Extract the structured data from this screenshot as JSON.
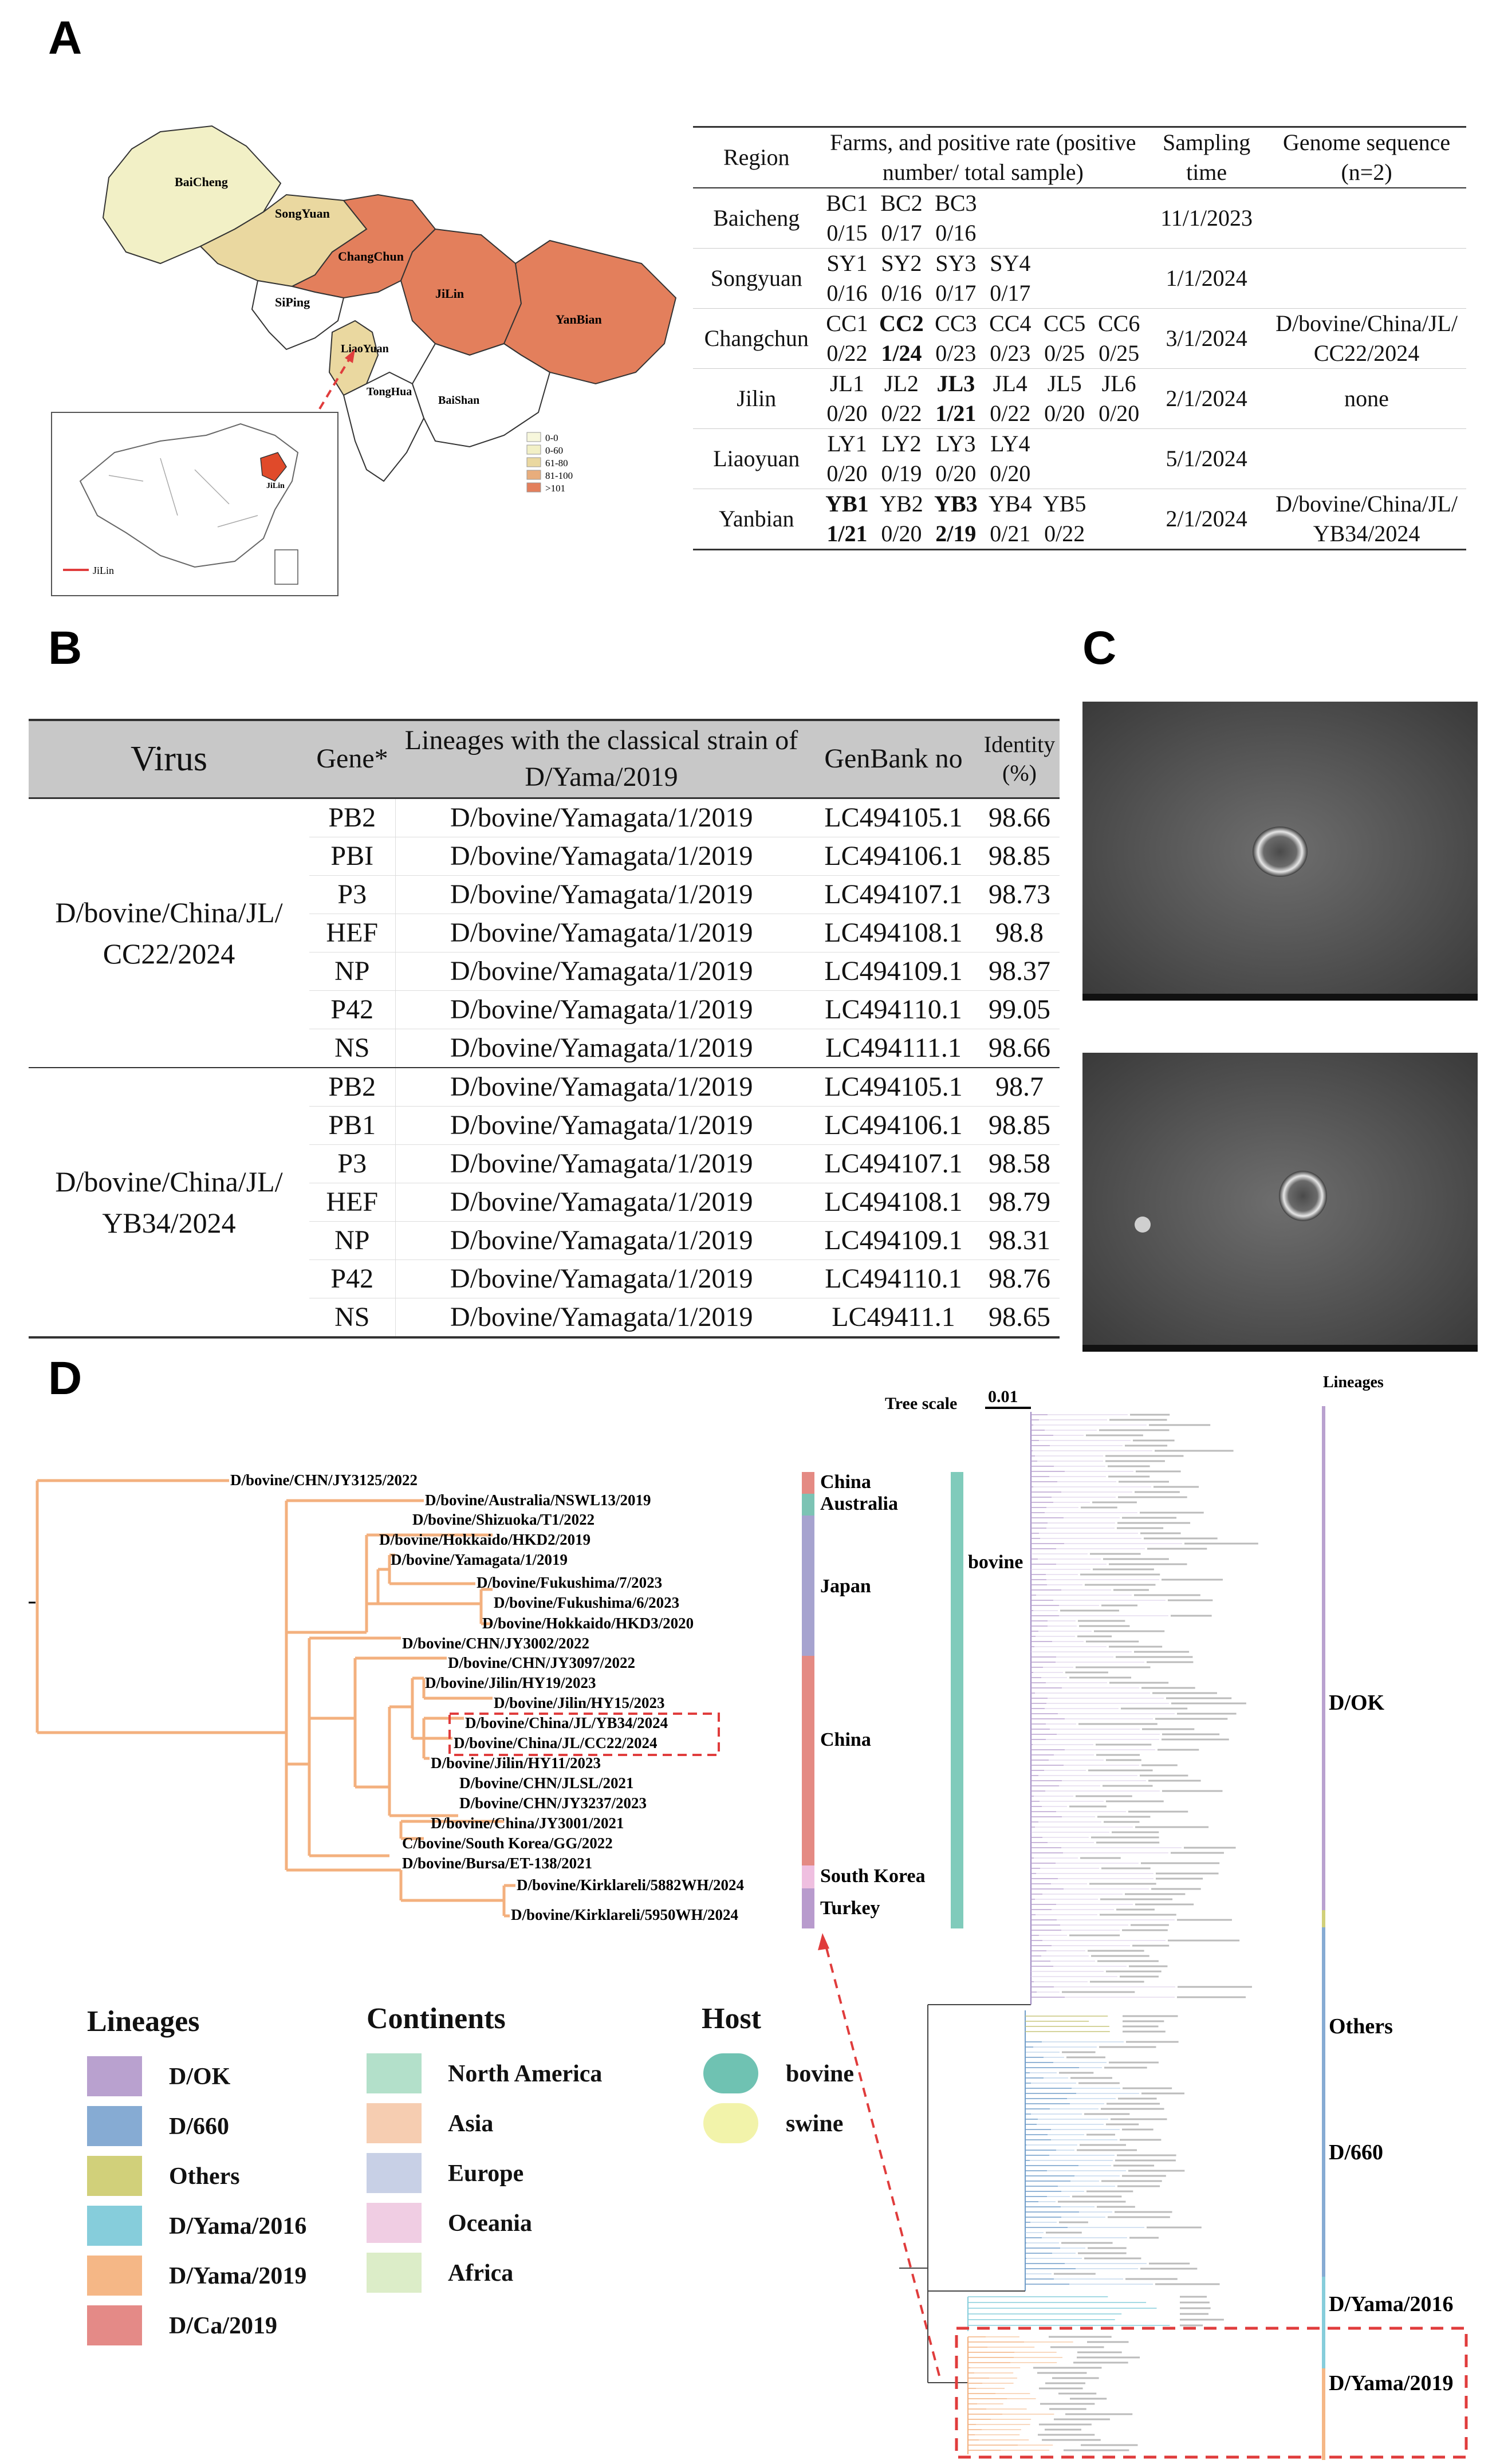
{
  "panel_labels": {
    "a": "A",
    "b": "B",
    "c": "C",
    "d": "D"
  },
  "map": {
    "regions": [
      {
        "name": "BaiCheng",
        "color": "#f2f0c6"
      },
      {
        "name": "SongYuan",
        "color": "#ead8a0"
      },
      {
        "name": "ChangChun",
        "color": "#e37f5c"
      },
      {
        "name": "JiLin",
        "color": "#e37f5c"
      },
      {
        "name": "YanBian",
        "color": "#e37f5c"
      },
      {
        "name": "SiPing",
        "color": "#ffffff"
      },
      {
        "name": "LiaoYuan",
        "color": "#ead8a0"
      },
      {
        "name": "TongHua",
        "color": "#ffffff"
      },
      {
        "name": "BaiShan",
        "color": "#ffffff"
      }
    ],
    "scale": [
      {
        "label": "0-0",
        "color": "#f7f7dc"
      },
      {
        "label": "0-60",
        "color": "#f2f0c6"
      },
      {
        "label": "61-80",
        "color": "#ead8a0"
      },
      {
        "label": "81-100",
        "color": "#e8ad7c"
      },
      {
        "label": ">101",
        "color": "#e37f5c"
      }
    ],
    "inset_label": "JiLin",
    "inset_legend": "JiLin"
  },
  "table_a": {
    "headers": {
      "region": "Region",
      "farms": "Farms, and positive rate (positive number/ total sample)",
      "sampling": "Sampling time",
      "genome": "Genome sequence (n=2)"
    },
    "rows": [
      {
        "region": "Baicheng",
        "farms": [
          {
            "f": "BC1",
            "r": "0/15"
          },
          {
            "f": "BC2",
            "r": "0/17"
          },
          {
            "f": "BC3",
            "r": "0/16"
          }
        ],
        "time": "11/1/2023",
        "genome": ""
      },
      {
        "region": "Songyuan",
        "farms": [
          {
            "f": "SY1",
            "r": "0/16"
          },
          {
            "f": "SY2",
            "r": "0/16"
          },
          {
            "f": "SY3",
            "r": "0/17"
          },
          {
            "f": "SY4",
            "r": "0/17"
          }
        ],
        "time": "1/1/2024",
        "genome": ""
      },
      {
        "region": "Changchun",
        "farms": [
          {
            "f": "CC1",
            "r": "0/22"
          },
          {
            "f": "CC2",
            "r": "1/24",
            "bold": true
          },
          {
            "f": "CC3",
            "r": "0/23"
          },
          {
            "f": "CC4",
            "r": "0/23"
          },
          {
            "f": "CC5",
            "r": "0/25"
          },
          {
            "f": "CC6",
            "r": "0/25"
          }
        ],
        "time": "3/1/2024",
        "genome": "D/bovine/China/JL/ CC22/2024"
      },
      {
        "region": "Jilin",
        "farms": [
          {
            "f": "JL1",
            "r": "0/20"
          },
          {
            "f": "JL2",
            "r": "0/22"
          },
          {
            "f": "JL3",
            "r": "1/21",
            "bold": true
          },
          {
            "f": "JL4",
            "r": "0/22"
          },
          {
            "f": "JL5",
            "r": "0/20"
          },
          {
            "f": "JL6",
            "r": "0/20"
          }
        ],
        "time": "2/1/2024",
        "genome": "none"
      },
      {
        "region": "Liaoyuan",
        "farms": [
          {
            "f": "LY1",
            "r": "0/20"
          },
          {
            "f": "LY2",
            "r": "0/19"
          },
          {
            "f": "LY3",
            "r": "0/20"
          },
          {
            "f": "LY4",
            "r": "0/20"
          }
        ],
        "time": "5/1/2024",
        "genome": ""
      },
      {
        "region": "Yanbian",
        "farms": [
          {
            "f": "YB1",
            "r": "1/21",
            "bold": true
          },
          {
            "f": "YB2",
            "r": "0/20"
          },
          {
            "f": "YB3",
            "r": "2/19",
            "bold": true
          },
          {
            "f": "YB4",
            "r": "0/21"
          },
          {
            "f": "YB5",
            "r": "0/22"
          }
        ],
        "time": "2/1/2024",
        "genome": "D/bovine/China/JL/ YB34/2024"
      }
    ]
  },
  "table_b": {
    "headers": {
      "virus": "Virus",
      "gene": "Gene*",
      "lineage": "Lineages with the classical strain of D/Yama/2019",
      "genbank": "GenBank no",
      "identity": "Identity (%)"
    },
    "groups": [
      {
        "virus": "D/bovine/China/JL/ CC22/2024",
        "rows": [
          {
            "gene": "PB2",
            "strain": "D/bovine/Yamagata/1/2019",
            "acc": "LC494105.1",
            "id": "98.66"
          },
          {
            "gene": "PBI",
            "strain": "D/bovine/Yamagata/1/2019",
            "acc": "LC494106.1",
            "id": "98.85"
          },
          {
            "gene": "P3",
            "strain": "D/bovine/Yamagata/1/2019",
            "acc": "LC494107.1",
            "id": "98.73"
          },
          {
            "gene": "HEF",
            "strain": "D/bovine/Yamagata/1/2019",
            "acc": "LC494108.1",
            "id": "98.8"
          },
          {
            "gene": "NP",
            "strain": "D/bovine/Yamagata/1/2019",
            "acc": "LC494109.1",
            "id": "98.37"
          },
          {
            "gene": "P42",
            "strain": "D/bovine/Yamagata/1/2019",
            "acc": "LC494110.1",
            "id": "99.05"
          },
          {
            "gene": "NS",
            "strain": "D/bovine/Yamagata/1/2019",
            "acc": "LC494111.1",
            "id": "98.66"
          }
        ]
      },
      {
        "virus": "D/bovine/China/JL/ YB34/2024",
        "rows": [
          {
            "gene": "PB2",
            "strain": "D/bovine/Yamagata/1/2019",
            "acc": "LC494105.1",
            "id": "98.7"
          },
          {
            "gene": "PB1",
            "strain": "D/bovine/Yamagata/1/2019",
            "acc": "LC494106.1",
            "id": "98.85"
          },
          {
            "gene": "P3",
            "strain": "D/bovine/Yamagata/1/2019",
            "acc": "LC494107.1",
            "id": "98.58"
          },
          {
            "gene": "HEF",
            "strain": "D/bovine/Yamagata/1/2019",
            "acc": "LC494108.1",
            "id": "98.79"
          },
          {
            "gene": "NP",
            "strain": "D/bovine/Yamagata/1/2019",
            "acc": "LC494109.1",
            "id": "98.31"
          },
          {
            "gene": "P42",
            "strain": "D/bovine/Yamagata/1/2019",
            "acc": "LC494110.1",
            "id": "98.76"
          },
          {
            "gene": "NS",
            "strain": "D/bovine/Yamagata/1/2019",
            "acc": "LC49411.1",
            "id": "98.65"
          }
        ]
      }
    ]
  },
  "tree": {
    "taxa": [
      "D/bovine/CHN/JY3125/2022",
      "D/bovine/Australia/NSWL13/2019",
      "D/bovine/Shizuoka/T1/2022",
      "D/bovine/Hokkaido/HKD2/2019",
      "D/bovine/Yamagata/1/2019",
      "D/bovine/Fukushima/7/2023",
      "D/bovine/Fukushima/6/2023",
      "D/bovine/Hokkaido/HKD3/2020",
      "D/bovine/CHN/JY3002/2022",
      "D/bovine/CHN/JY3097/2022",
      "D/bovine/Jilin/HY19/2023",
      "D/bovine/Jilin/HY15/2023",
      "D/bovine/China/JL/YB34/2024",
      "D/bovine/China/JL/CC22/2024",
      "D/bovine/Jilin/HY11/2023",
      "D/bovine/CHN/JLSL/2021",
      "D/bovine/CHN/JY3237/2023",
      "D/bovine/China/JY3001/2021",
      "C/bovine/South Korea/GG/2022",
      "D/bovine/Bursa/ET-138/2021",
      "D/bovine/Kirklareli/5882WH/2024",
      "D/bovine/Kirklareli/5950WH/2024"
    ],
    "countries": [
      {
        "name": "China",
        "color": "#e48a83"
      },
      {
        "name": "Australia",
        "color": "#7cc3b4"
      },
      {
        "name": "Japan",
        "color": "#a6a3cf"
      },
      {
        "name": "China",
        "color": "#e48a83"
      },
      {
        "name": "South Korea",
        "color": "#efbfe0"
      },
      {
        "name": "Turkey",
        "color": "#b89bcd"
      }
    ],
    "host": {
      "name": "bovine",
      "color": "#80cbbb"
    },
    "tree_scale_label": "Tree scale",
    "tree_scale_value": "0.01",
    "lineages_header": "Lineages",
    "lineage_tags": [
      "D/OK",
      "Others",
      "D/660",
      "D/Yama/2016",
      "D/Yama/2019"
    ]
  },
  "legend": {
    "lineages_title": "Lineages",
    "lineages": [
      {
        "name": "D/OK",
        "color": "#b9a1cf"
      },
      {
        "name": "D/660",
        "color": "#86abd3"
      },
      {
        "name": "Others",
        "color": "#d1d07a"
      },
      {
        "name": "D/Yama/2016",
        "color": "#86cddb"
      },
      {
        "name": "D/Yama/2019",
        "color": "#f5b786"
      },
      {
        "name": "D/Ca/2019",
        "color": "#e48a87"
      }
    ],
    "continents_title": "Continents",
    "continents": [
      {
        "name": "North America",
        "color": "#b3e0ca"
      },
      {
        "name": "Asia",
        "color": "#f6cdb1"
      },
      {
        "name": "Europe",
        "color": "#c8d0e6"
      },
      {
        "name": "Oceania",
        "color": "#f0cde3"
      },
      {
        "name": "Africa",
        "color": "#dcedc8"
      }
    ],
    "host_title": "Host",
    "hosts": [
      {
        "name": "bovine",
        "color": "#6fc2b2"
      },
      {
        "name": "swine",
        "color": "#f2f3aa"
      }
    ]
  },
  "colors": {
    "tree_orange": "#f3b07e",
    "highlight_red": "#e03c3c",
    "table_header_gray": "#c8c8c8"
  }
}
